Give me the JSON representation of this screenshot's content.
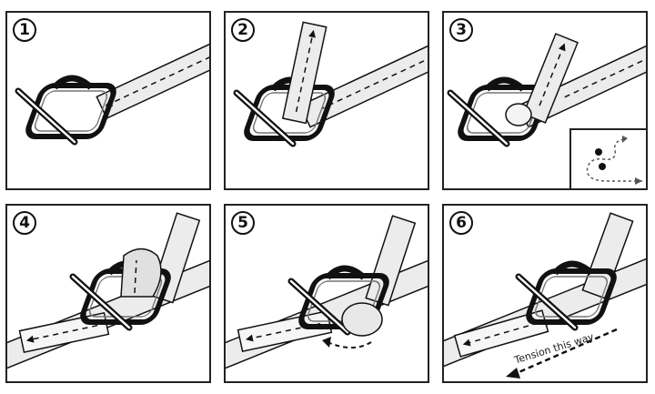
{
  "steps": [
    {
      "number": "1"
    },
    {
      "number": "2"
    },
    {
      "number": "3"
    },
    {
      "number": "4"
    },
    {
      "number": "5"
    },
    {
      "number": "6",
      "caption": "Tension this way"
    }
  ],
  "colors": {
    "strap": "#ececec",
    "outline": "#111111"
  }
}
